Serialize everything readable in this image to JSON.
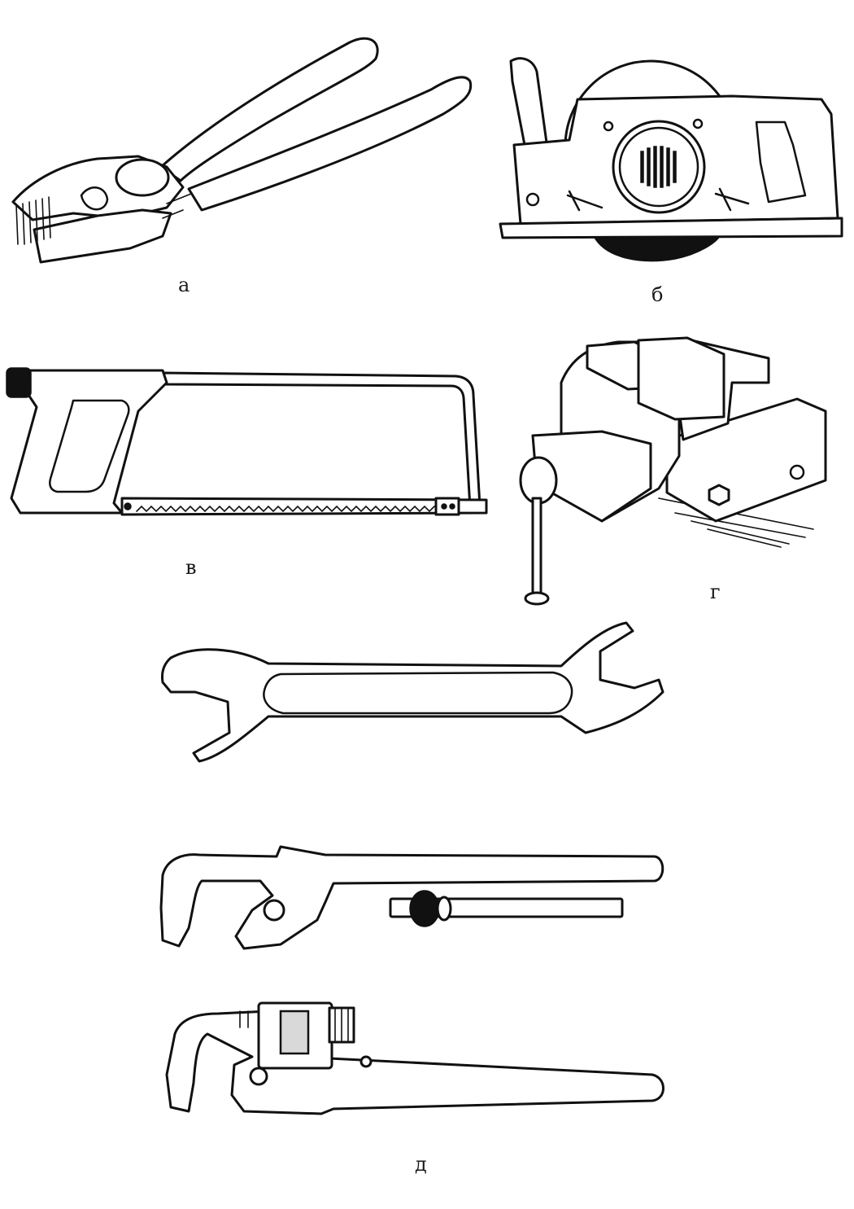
{
  "figure": {
    "labels": {
      "pliers": "а",
      "circular_saw": "б",
      "hacksaw": "в",
      "bench_vise": "г",
      "wrenches": "д"
    }
  },
  "colors": {
    "ink": "#111111",
    "paper": "#ffffff",
    "shade": "#d9d9d9"
  }
}
